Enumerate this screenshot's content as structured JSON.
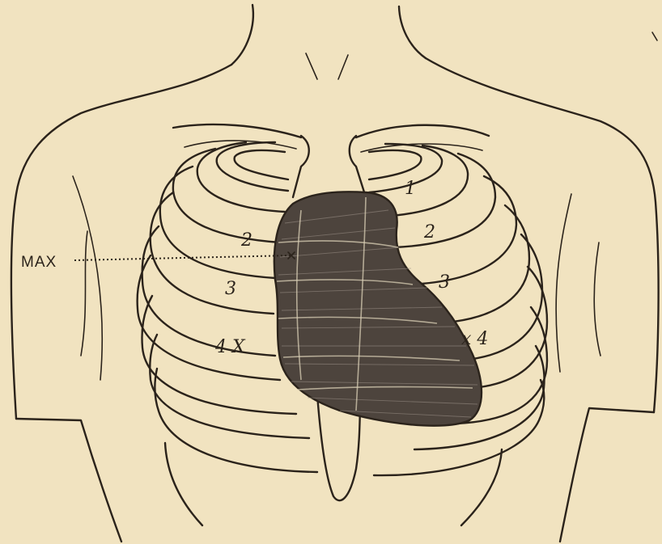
{
  "diagram": {
    "annotation_label": "MAX",
    "rib_labels": {
      "right_first": "1",
      "left_second": "2",
      "right_second": "2",
      "left_third": "3",
      "right_third": "3",
      "left_fourth": "4 X",
      "right_fourth": "x 4"
    },
    "colors": {
      "paper": "#f1e3c0",
      "ink": "#2b231b",
      "heart_shading": "#4d443d"
    }
  }
}
